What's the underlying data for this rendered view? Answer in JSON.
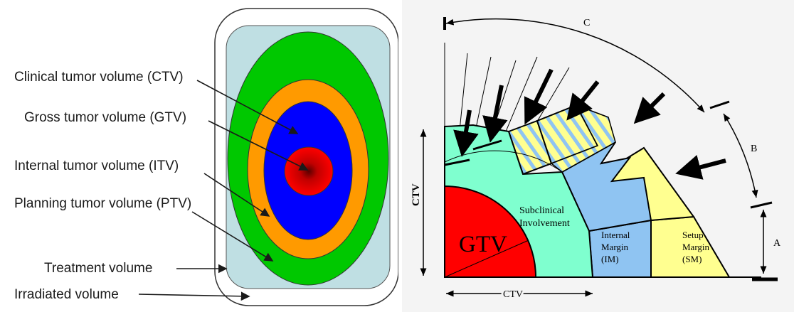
{
  "left_diagram": {
    "labels": {
      "ctv": "Clinical tumor volume (CTV)",
      "gtv": "Gross tumor volume (GTV)",
      "itv": "Internal tumor volume (ITV)",
      "ptv": "Planning tumor volume (PTV)",
      "treatment": "Treatment volume",
      "irradiated": "Irradiated volume"
    },
    "colors": {
      "irradiated": "#ffffff",
      "treatment": "#bfdfe3",
      "ptv": "#00c800",
      "itv": "#ff9a00",
      "ctv": "#0000ff",
      "gtv": "#ff0000"
    }
  },
  "right_diagram": {
    "labels": {
      "gtv": "GTV",
      "subclinical": "Subclinical Involvement",
      "internal_margin": "Internal Margin (IM)",
      "setup_margin": "Setup Margin (SM)",
      "ctv_vertical": "CTV",
      "ctv_horizontal": "CTV",
      "a": "A",
      "b": "B",
      "c": "C"
    },
    "colors": {
      "gtv": "#ff0000",
      "subclinical": "#7fffcf",
      "internal_margin": "#8fc4f2",
      "setup_margin": "#ffff90"
    }
  }
}
